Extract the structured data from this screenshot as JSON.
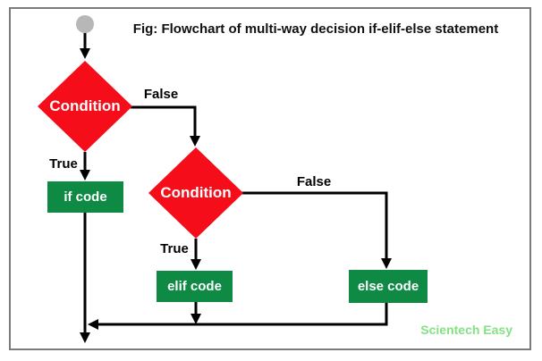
{
  "title": "Fig: Flowchart of multi-way decision if-elif-else statement",
  "colors": {
    "diamond_red": "#f50d1a",
    "box_green": "#0e8a45",
    "start_gray": "#b7b7b7",
    "line_black": "#000000",
    "brand_green": "#84e284",
    "frame_gray": "#7b7b7b"
  },
  "nodes": {
    "start": {
      "name": "start"
    },
    "decision1": {
      "label": "Condition"
    },
    "decision2": {
      "label": "Condition"
    },
    "if_box": {
      "label": "if code"
    },
    "elif_box": {
      "label": "elif code"
    },
    "else_box": {
      "label": "else code"
    }
  },
  "edges": {
    "decision1_true": "True",
    "decision1_false": "False",
    "decision2_true": "True",
    "decision2_false": "False"
  },
  "watermark": "Scientech Easy"
}
